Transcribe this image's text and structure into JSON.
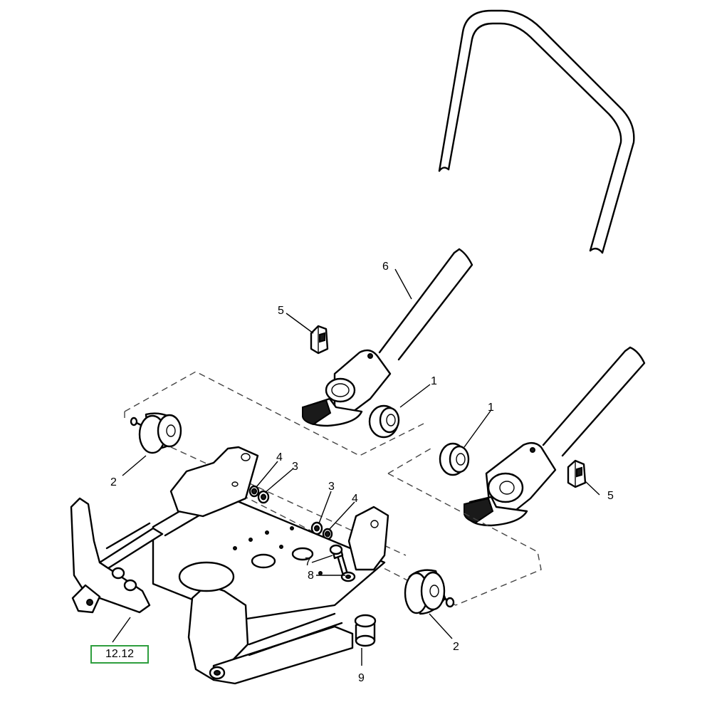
{
  "callouts": {
    "c1a": "1",
    "c1b": "1",
    "c2a": "2",
    "c2b": "2",
    "c3a": "3",
    "c3b": "3",
    "c4a": "4",
    "c4b": "4",
    "c5a": "5",
    "c5b": "5",
    "c6": "6",
    "c7": "7",
    "c8": "8",
    "c9": "9"
  },
  "reference_link": {
    "label": "12.12",
    "color": "#2e9e3e"
  }
}
